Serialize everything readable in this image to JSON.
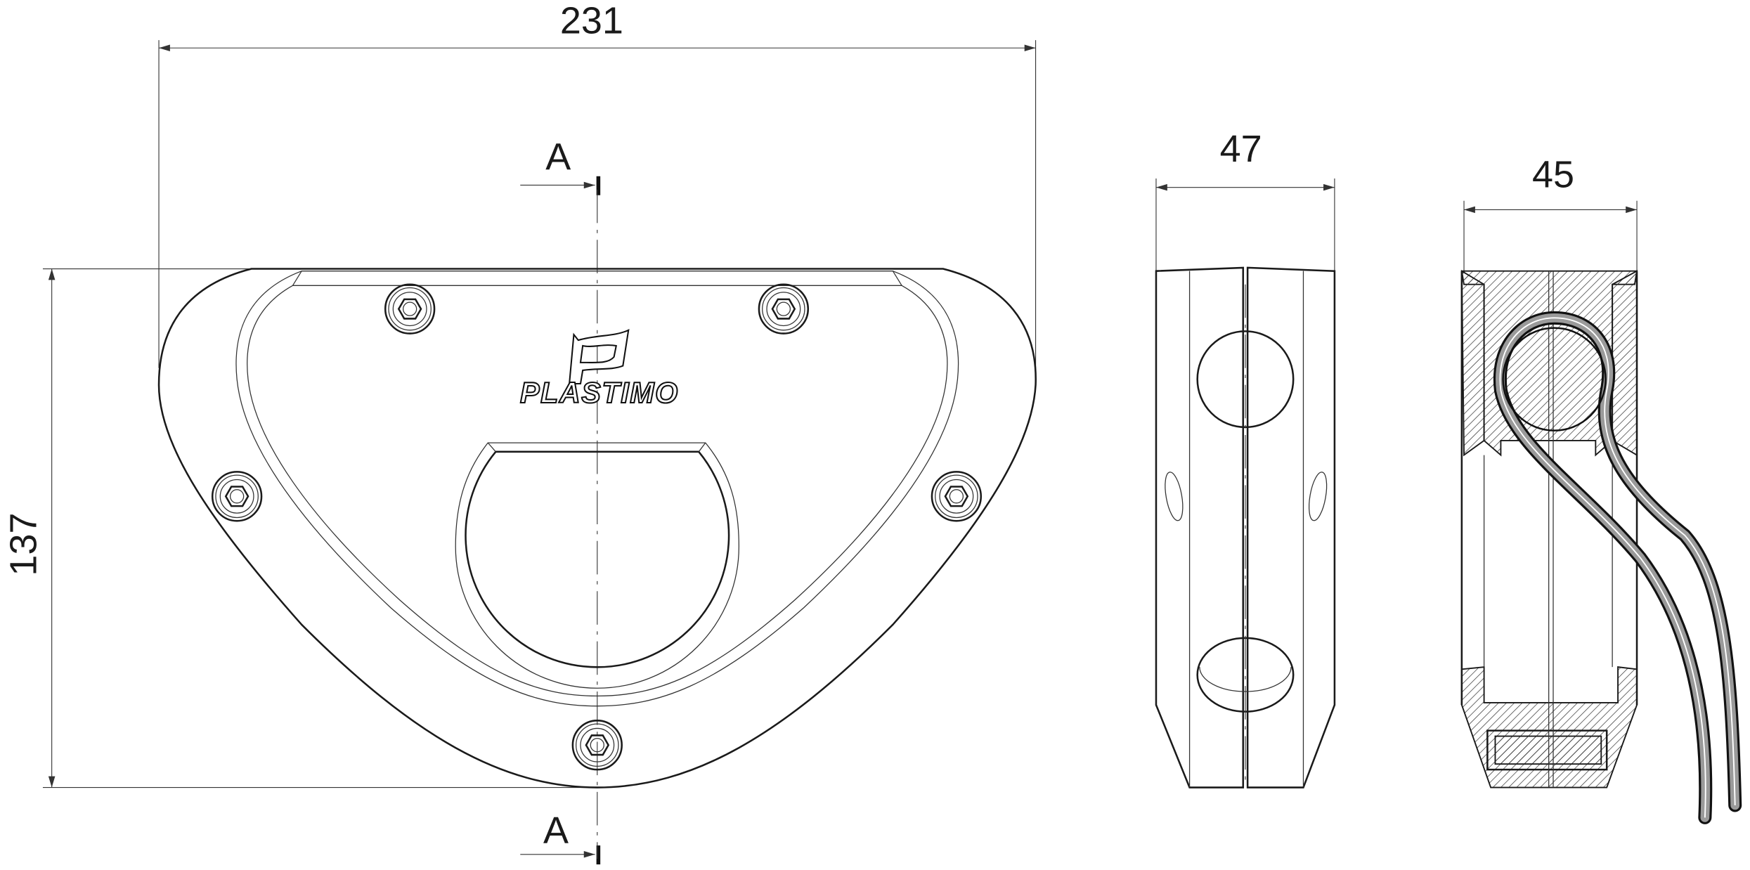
{
  "dimensions": {
    "overall_width": "231",
    "overall_height": "137",
    "side_width": "47",
    "section_width": "45"
  },
  "section_marks": {
    "top": "A",
    "bottom": "A"
  },
  "logo": {
    "text": "PLASTIMO"
  }
}
